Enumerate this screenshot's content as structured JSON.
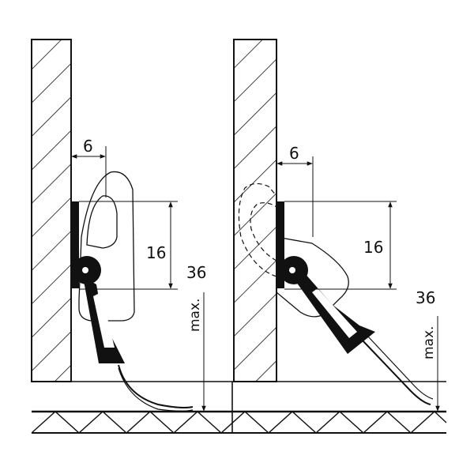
{
  "left_view": {
    "gap_label": "6",
    "height_label": "16",
    "clearance_label": "36",
    "max_label": "max."
  },
  "right_view": {
    "gap_label": "6",
    "height_label": "16",
    "clearance_label": "36",
    "max_label": "max."
  },
  "colors": {
    "ink": "#111111",
    "background": "#ffffff"
  }
}
